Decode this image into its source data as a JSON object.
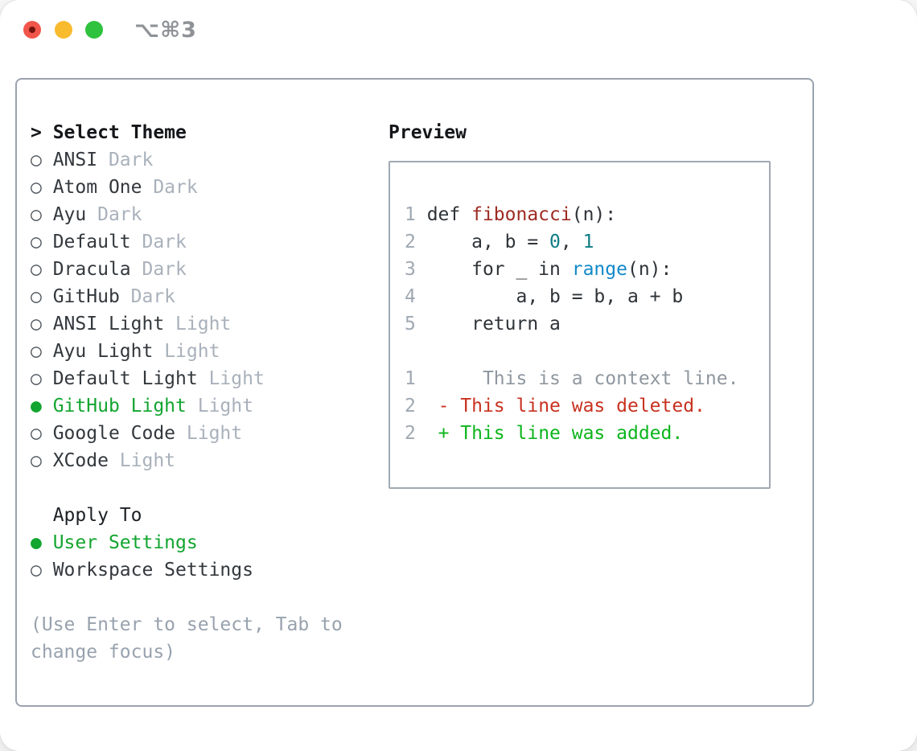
{
  "titlebar": {
    "title": "⌥⌘3"
  },
  "theme_list": {
    "header_prefix": "> ",
    "header": "Select Theme",
    "items": [
      {
        "name": "ANSI",
        "variant": "Dark",
        "selected": false
      },
      {
        "name": "Atom One",
        "variant": "Dark",
        "selected": false
      },
      {
        "name": "Ayu",
        "variant": "Dark",
        "selected": false
      },
      {
        "name": "Default",
        "variant": "Dark",
        "selected": false
      },
      {
        "name": "Dracula",
        "variant": "Dark",
        "selected": false
      },
      {
        "name": "GitHub",
        "variant": "Dark",
        "selected": false
      },
      {
        "name": "ANSI Light",
        "variant": "Light",
        "selected": false
      },
      {
        "name": "Ayu Light",
        "variant": "Light",
        "selected": false
      },
      {
        "name": "Default Light",
        "variant": "Light",
        "selected": false
      },
      {
        "name": "GitHub Light",
        "variant": "Light",
        "selected": true
      },
      {
        "name": "Google Code",
        "variant": "Light",
        "selected": false
      },
      {
        "name": "XCode",
        "variant": "Light",
        "selected": false
      }
    ]
  },
  "apply_to": {
    "header": "  Apply To",
    "items": [
      {
        "name": "User Settings",
        "selected": true
      },
      {
        "name": "Workspace Settings",
        "selected": false
      }
    ]
  },
  "hint_lines": [
    "(Use Enter to select, Tab to",
    "change focus)"
  ],
  "preview": {
    "header": "Preview",
    "lines": [
      [
        [
          "1 ",
          "lineno"
        ],
        [
          "def ",
          "code"
        ],
        [
          "fibonacci",
          "func"
        ],
        [
          "(n):",
          "code"
        ]
      ],
      [
        [
          "2 ",
          "lineno"
        ],
        [
          "    a, b = ",
          "code"
        ],
        [
          "0",
          "num"
        ],
        [
          ", ",
          "code"
        ],
        [
          "1",
          "num"
        ]
      ],
      [
        [
          "3 ",
          "lineno"
        ],
        [
          "    for _ in ",
          "code"
        ],
        [
          "range",
          "builtin"
        ],
        [
          "(n):",
          "code"
        ]
      ],
      [
        [
          "4 ",
          "lineno"
        ],
        [
          "        a, b = b, a + b",
          "code"
        ]
      ],
      [
        [
          "5 ",
          "lineno"
        ],
        [
          "    return a",
          "code"
        ]
      ],
      [],
      [
        [
          "1 ",
          "lineno"
        ],
        [
          "     ",
          "code"
        ],
        [
          "This is a context line.",
          "context"
        ]
      ],
      [
        [
          "2 ",
          "lineno"
        ],
        [
          " ",
          "code"
        ],
        [
          "- ",
          "deleted"
        ],
        [
          "This line was deleted.",
          "deleted"
        ]
      ],
      [
        [
          "2 ",
          "lineno"
        ],
        [
          " ",
          "code"
        ],
        [
          "+ ",
          "added"
        ],
        [
          "This line was added.",
          "added"
        ]
      ]
    ]
  },
  "icons": {
    "radio_unselected": "○",
    "radio_selected": "●"
  },
  "colors": {
    "accent_green": "#12a52f",
    "added_green": "#0cb51c",
    "deleted_red": "#c8321f",
    "function_red": "#9d2b22",
    "number_teal": "#0f7d84",
    "builtin_blue": "#1289ca",
    "muted_gray": "#a9b1bb",
    "border_gray": "#9aa3af"
  }
}
